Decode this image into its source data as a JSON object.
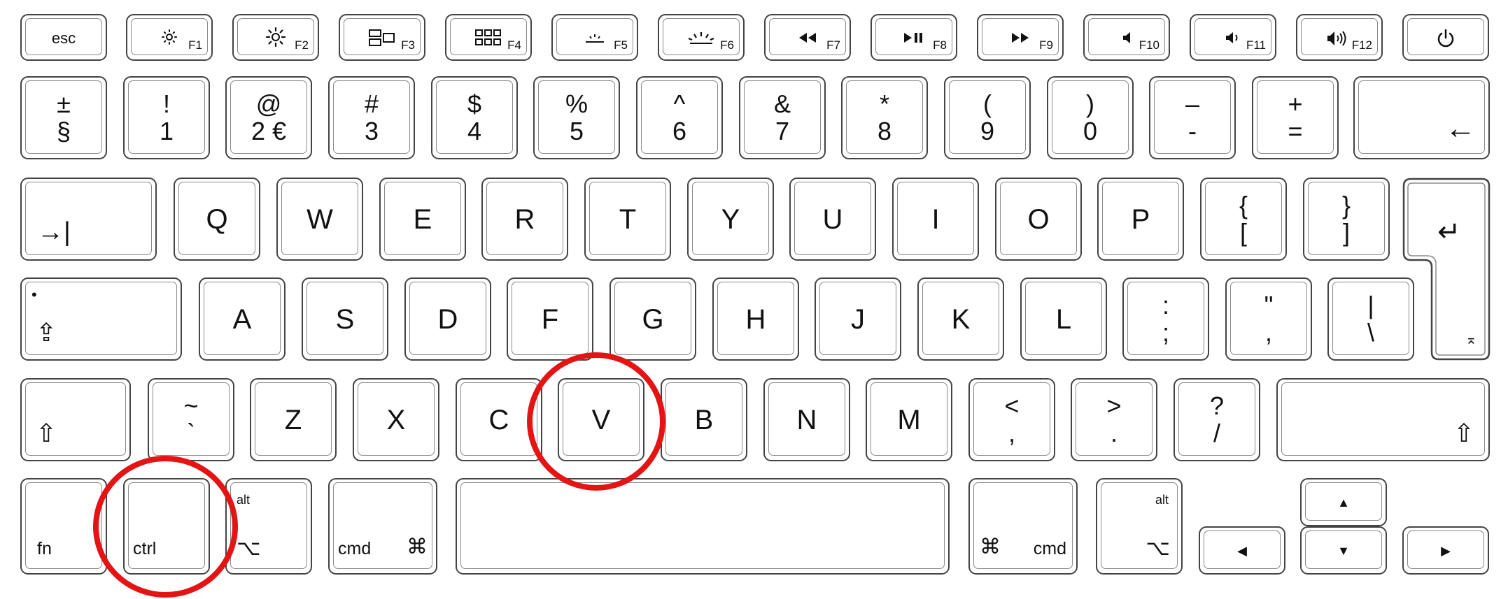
{
  "keyboard": {
    "fn_row": {
      "esc": "esc",
      "f1": "F1",
      "f2": "F2",
      "f3": "F3",
      "f4": "F4",
      "f5": "F5",
      "f6": "F6",
      "f7": "F7",
      "f8": "F8",
      "f9": "F9",
      "f10": "F10",
      "f11": "F11",
      "f12": "F12"
    },
    "number_row": [
      {
        "upper": "±",
        "lower": "§"
      },
      {
        "upper": "!",
        "lower": "1"
      },
      {
        "upper": "@",
        "lower": "2 €"
      },
      {
        "upper": "#",
        "lower": "3"
      },
      {
        "upper": "$",
        "lower": "4"
      },
      {
        "upper": "%",
        "lower": "5"
      },
      {
        "upper": "^",
        "lower": "6"
      },
      {
        "upper": "&",
        "lower": "7"
      },
      {
        "upper": "*",
        "lower": "8"
      },
      {
        "upper": "(",
        "lower": "9"
      },
      {
        "upper": ")",
        "lower": "0"
      },
      {
        "upper": "–",
        "lower": "-"
      },
      {
        "upper": "+",
        "lower": "="
      }
    ],
    "backspace_glyph": "←",
    "tab_glyph": "→|",
    "q_row": [
      "Q",
      "W",
      "E",
      "R",
      "T",
      "Y",
      "U",
      "I",
      "O",
      "P"
    ],
    "brackets": [
      {
        "upper": "{",
        "lower": "["
      },
      {
        "upper": "}",
        "lower": "]"
      }
    ],
    "return_glyph": "↵",
    "caps_dot": "•",
    "caps_glyph": "⇪",
    "a_row": [
      "A",
      "S",
      "D",
      "F",
      "G",
      "H",
      "J",
      "K",
      "L"
    ],
    "a_row_punct": [
      {
        "upper": ":",
        "lower": ";"
      },
      {
        "upper": "\"",
        "lower": ","
      },
      {
        "upper": "|",
        "lower": "\\"
      }
    ],
    "enter_glyph": "⌅",
    "shift_glyph": "⇧",
    "z_row_tilde": {
      "upper": "~",
      "lower": "`"
    },
    "z_row": [
      "Z",
      "X",
      "C",
      "V",
      "B",
      "N",
      "M"
    ],
    "z_row_punct": [
      {
        "upper": "<",
        "lower": ","
      },
      {
        "upper": ">",
        "lower": "."
      },
      {
        "upper": "?",
        "lower": "/"
      }
    ],
    "bottom": {
      "fn": "fn",
      "ctrl": "ctrl",
      "alt": "alt",
      "option_glyph": "⌥",
      "cmd": "cmd",
      "cmd_glyph": "⌘"
    },
    "arrows": {
      "up": "▲",
      "down": "▼",
      "left": "◀",
      "right": "▶"
    }
  },
  "annotation": {
    "highlight_color": "#e41414",
    "highlighted_keys": [
      "ctrl",
      "V"
    ]
  }
}
